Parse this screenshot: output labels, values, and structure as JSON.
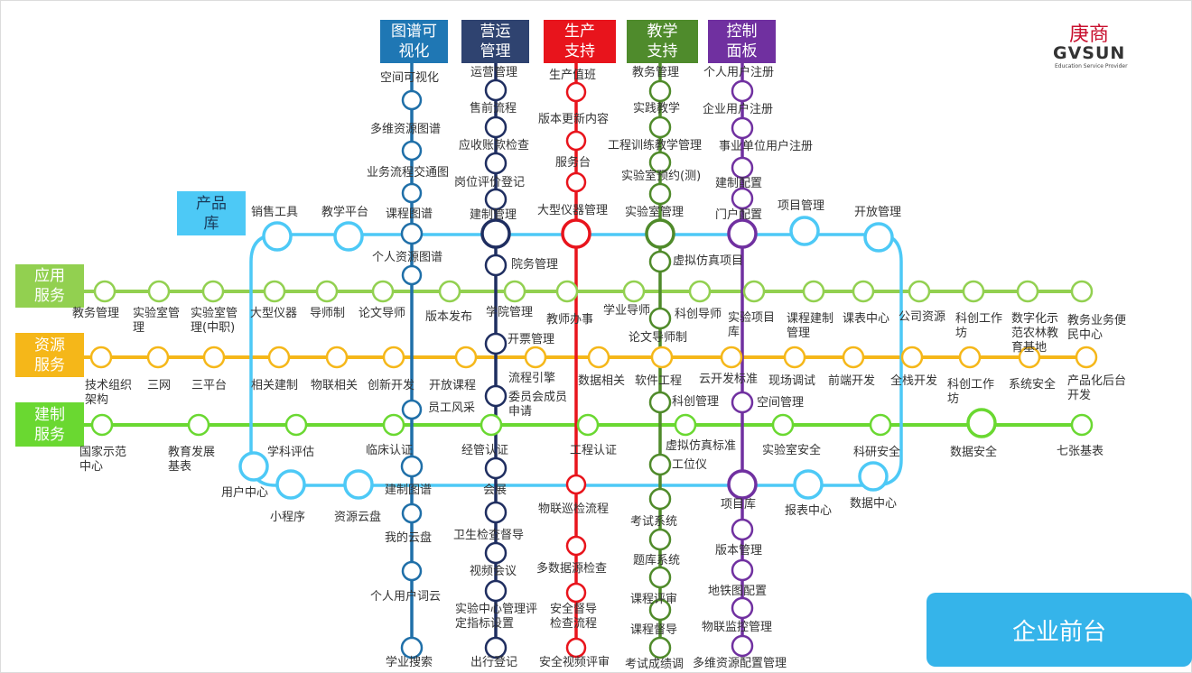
{
  "headers": {
    "tupu": "图谱可\n视化",
    "yingyun": "营运\n管理",
    "shengchan": "生产\n支持",
    "jiaoxue": "教学\n支持",
    "kongzhi": "控制\n面板",
    "chanpin": "产品\n库",
    "yingyong": "应用\n服务",
    "ziyuan": "资源\n服务",
    "jianzhi": "建制\n服务"
  },
  "colors": {
    "tupu": "#1f6fa8",
    "yingyun": "#1f2e60",
    "shengchan": "#e8141c",
    "jiaoxue": "#4f8a2a",
    "kongzhi": "#7030a0",
    "chanpin": "#4dc9f6",
    "yingyong": "#92d050",
    "ziyuan": "#f5b719",
    "jianzhi": "#6ad831",
    "hdr_yingyun": "#2f4370",
    "hdr_jiaoxue": "#4f8b2c",
    "hdr_tupu": "#1f77b4",
    "enterprise": "#35b4ea"
  },
  "logo": {
    "cn": "庚商",
    "en": "GVSUN",
    "tagline": "Education Service Provider"
  },
  "enterprise_button": "企业前台",
  "labels": {
    "tupu": [
      "空间可视化",
      "多维资源图谱",
      "业务流程交通图",
      "课程图谱",
      "个人资源图谱",
      "员工风采",
      "建制图谱",
      "我的云盘",
      "个人用户词云",
      "学业搜索"
    ],
    "yingyun": [
      "运营管理",
      "售前流程",
      "应收账款检查",
      "岗位评价登记",
      "建制管理",
      "院务管理",
      "学院管理",
      "开票管理",
      "流程引擎",
      "委员会成员申请",
      "经管认证",
      "会展",
      "卫生检查督导",
      "视频会议",
      "实验中心管理评定指标设置",
      "出行登记"
    ],
    "shengchan": [
      "生产值班",
      "版本更新内容",
      "服务台",
      "大型仪器管理",
      "教师办事",
      "数据相关",
      "工程认证",
      "物联巡检流程",
      "多数据源检查",
      "安全督导检查流程",
      "安全视频评审"
    ],
    "jiaoxue": [
      "教务管理",
      "实践教学",
      "工程训练教学管理",
      "实验室预约(测)",
      "实验室管理",
      "学业导师",
      "论文导师制",
      "软件工程",
      "科创管理",
      "工位仪",
      "考试系统",
      "题库系统",
      "课程评审",
      "课程督导",
      "考试成绩调"
    ],
    "kongzhi": [
      "个人用户注册",
      "企业用户注册",
      "事业单位用户注册",
      "建制配置",
      "门户配置",
      "虚拟仿真项目",
      "科创导师",
      "实验项目库",
      "空间管理",
      "虚拟仿真标准",
      "项目库",
      "版本管理",
      "地铁图配置",
      "物联监控管理",
      "多维资源配置管理"
    ],
    "chanpin": [
      "销售工具",
      "教学平台",
      "项目管理",
      "开放管理",
      "用户中心",
      "小程序",
      "资源云盘",
      "报表中心",
      "数据中心"
    ],
    "yingyong": [
      "教务管理",
      "实验室管理",
      "实验室管理(中职)",
      "大型仪器",
      "导师制",
      "论文导师",
      "版本发布",
      "课程建制管理",
      "课表中心",
      "公司资源",
      "科创工作坊",
      "数字化示范农林教育基地",
      "教务业务便民中心"
    ],
    "ziyuan": [
      "技术组织架构",
      "三网",
      "三平台",
      "相关建制",
      "物联相关",
      "创新开发",
      "开放课程",
      "云开发标准",
      "现场调试",
      "前端开发",
      "全栈开发",
      "科创工作坊",
      "系统安全",
      "产品化后台开发"
    ],
    "jianzhi": [
      "国家示范中心",
      "教育发展基表",
      "学科评估",
      "临床认证",
      "实验室安全",
      "科研安全",
      "数据安全",
      "七张基表"
    ]
  }
}
